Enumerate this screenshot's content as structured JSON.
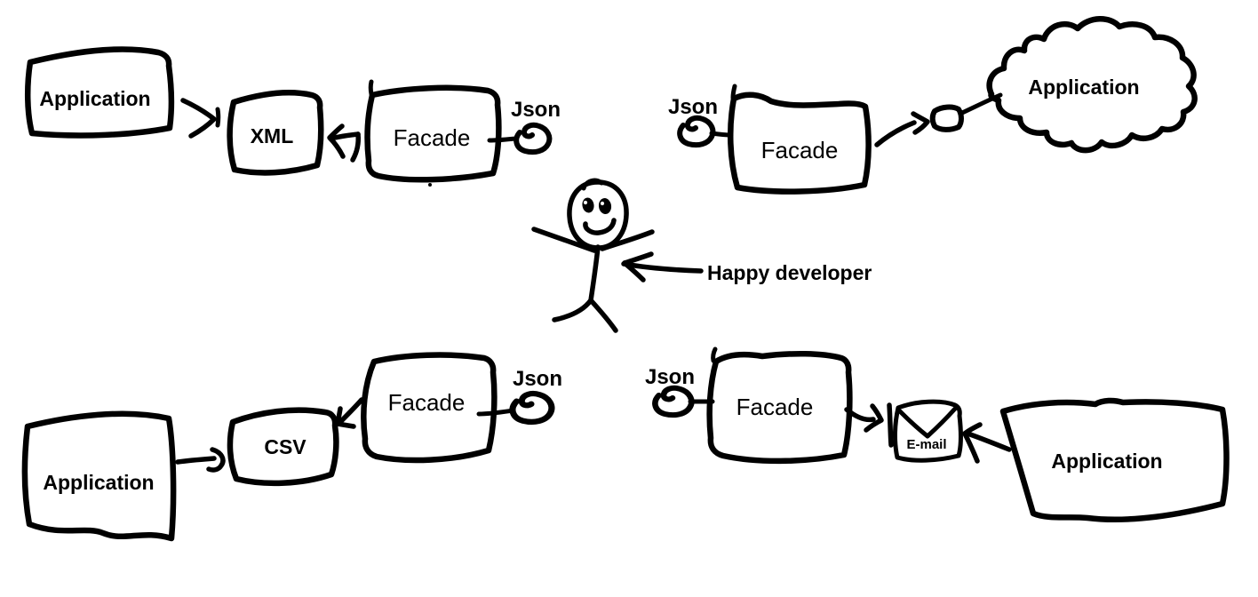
{
  "canvas": {
    "background_color": "#ffffff",
    "ink_color": "#000000",
    "style": "hand-drawn sketch"
  },
  "flows": {
    "top_left": {
      "application": "Application",
      "format": "XML",
      "facade": "Facade",
      "json": "Json"
    },
    "top_right": {
      "json": "Json",
      "facade": "Facade",
      "application": "Application"
    },
    "bottom_left": {
      "application": "Application",
      "format": "CSV",
      "facade": "Facade",
      "json": "Json"
    },
    "bottom_right": {
      "json": "Json",
      "facade": "Facade",
      "email": "E-mail",
      "application": "Application"
    }
  },
  "center_figure": {
    "caption": "Happy developer"
  },
  "icons": {
    "json_blob": "scribble-loop-icon",
    "envelope": "email-envelope-icon",
    "cloud": "cloud-application-icon",
    "stick_figure": "smiling-stick-figure-icon",
    "plug": "connector-plug-icon"
  }
}
